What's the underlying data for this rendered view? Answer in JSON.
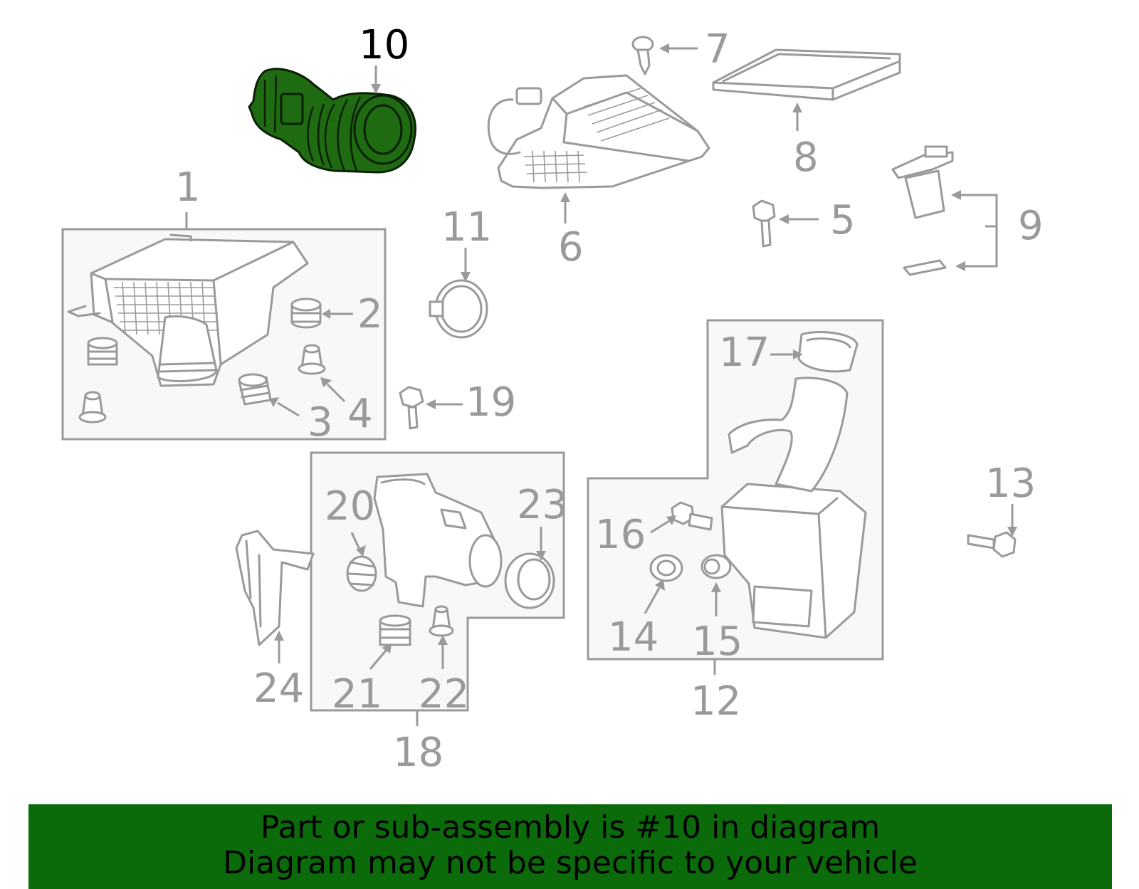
{
  "callouts": {
    "c1": "1",
    "c2": "2",
    "c3": "3",
    "c4": "4",
    "c5": "5",
    "c6": "6",
    "c7": "7",
    "c8": "8",
    "c9": "9",
    "c10": "10",
    "c11": "11",
    "c12": "12",
    "c13": "13",
    "c14": "14",
    "c15": "15",
    "c16": "16",
    "c17": "17",
    "c18": "18",
    "c19": "19",
    "c20": "20",
    "c21": "21",
    "c22": "22",
    "c23": "23",
    "c24": "24"
  },
  "highlight": {
    "part_number": "10",
    "color": "#1f6b12"
  },
  "colors": {
    "line": "#9a9a9a",
    "banner": "#0b6b0b",
    "selected_label": "#000000"
  },
  "banner": {
    "line1": "Part or sub-assembly is #10 in diagram",
    "line2": "Diagram may not be specific to your vehicle"
  }
}
